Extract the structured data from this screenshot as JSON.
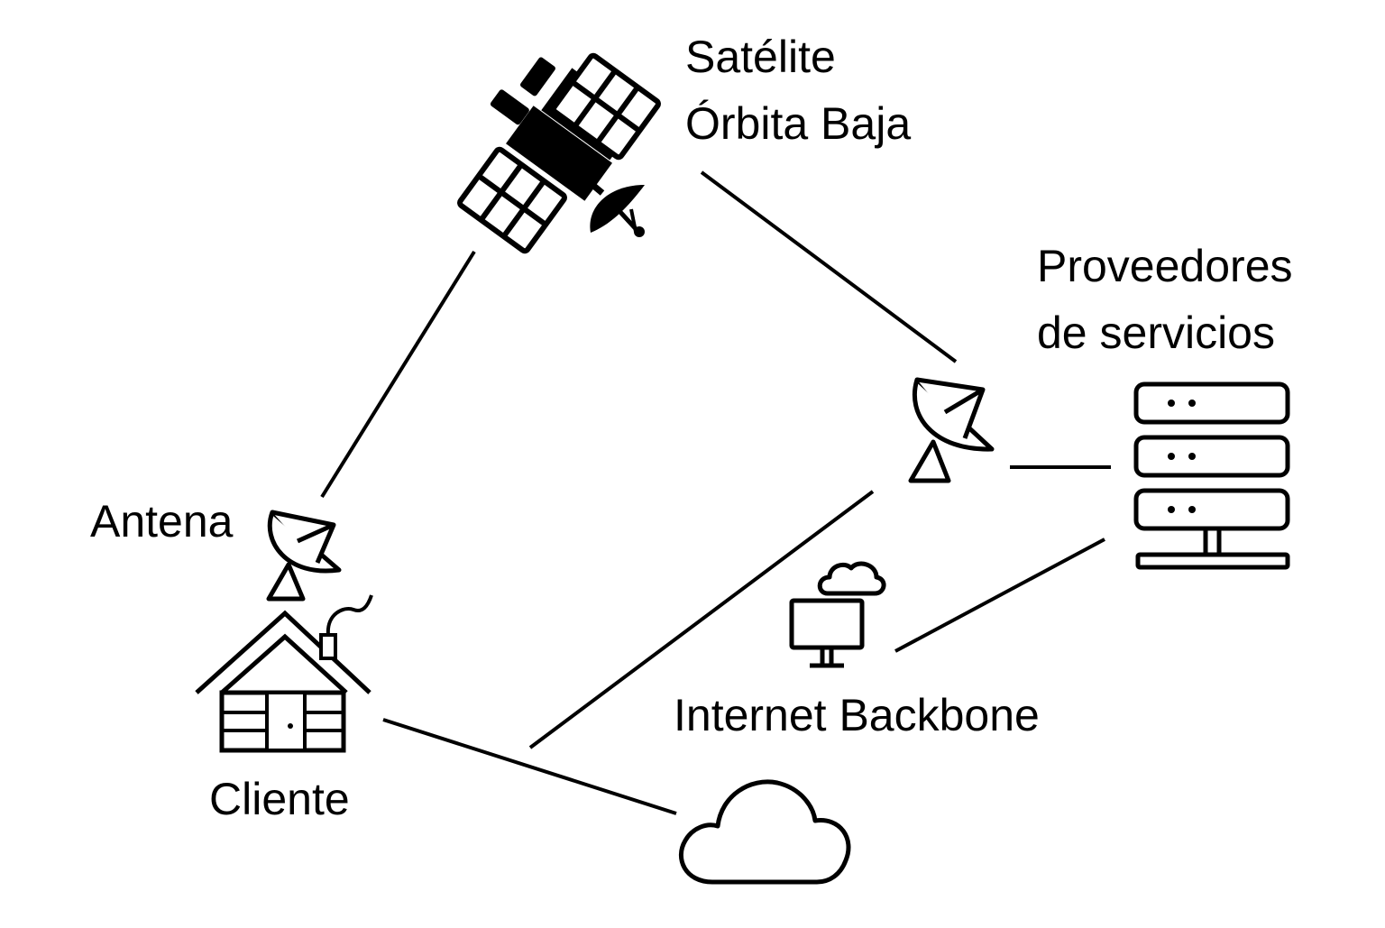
{
  "labels": {
    "satellite_line1": "Satélite",
    "satellite_line2": "Órbita Baja",
    "providers_line1": "Proveedores",
    "providers_line2": "de servicios",
    "antenna": "Antena",
    "backbone": "Internet Backbone",
    "client": "Cliente"
  },
  "icons": {
    "satellite": "satellite-icon",
    "ground_station": "ground-station-dish-icon",
    "servers": "server-rack-icon",
    "client_antenna": "satellite-dish-icon",
    "house": "house-icon",
    "backbone": "monitor-cloud-icon",
    "cloud": "cloud-icon"
  },
  "colors": {
    "stroke": "#000000",
    "background": "#ffffff"
  }
}
